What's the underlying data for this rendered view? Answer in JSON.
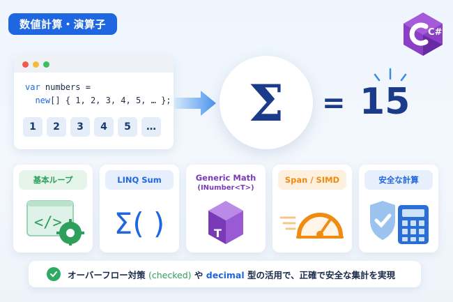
{
  "badge": {
    "label": "数値計算・演算子"
  },
  "logo": {
    "text": "C#"
  },
  "code": {
    "line1_kw": "var",
    "line1_rest": " numbers =",
    "line2_kw": "new",
    "line2_rest": "[] { 1, 2, 3, 4, 5, … };",
    "numbers": [
      "1",
      "2",
      "3",
      "4",
      "5",
      "…"
    ]
  },
  "sum": {
    "symbol": "Σ",
    "equals": "=",
    "result": "15"
  },
  "cards": [
    {
      "label": "基本ループ",
      "icon": "code-gear-icon",
      "accent": "#2ea05c"
    },
    {
      "label": "LINQ Sum",
      "icon": "sigma-parens-icon",
      "accent": "#1f67e0",
      "glyph": "Σ( )"
    },
    {
      "label": "Generic Math",
      "sublabel": "(INumber<T>)",
      "icon": "cube-t-icon",
      "accent": "#7a3ab8",
      "cube_letter": "T"
    },
    {
      "label": "Span / SIMD",
      "icon": "speedometer-icon",
      "accent": "#ef8a12"
    },
    {
      "label": "安全な計算",
      "icon": "shield-calculator-icon",
      "accent": "#1f67e0"
    }
  ],
  "footer": {
    "part1": "オーバーフロー対策",
    "checked": "(checked)",
    "part2": "や",
    "decimal": "decimal",
    "part3": "型の活用で、正確で安全な集計を実現"
  },
  "colors": {
    "primary": "#1f67e0",
    "navy": "#1a3a8a",
    "green": "#2ea05c",
    "purple": "#7a3ab8",
    "orange": "#ef8a12"
  }
}
